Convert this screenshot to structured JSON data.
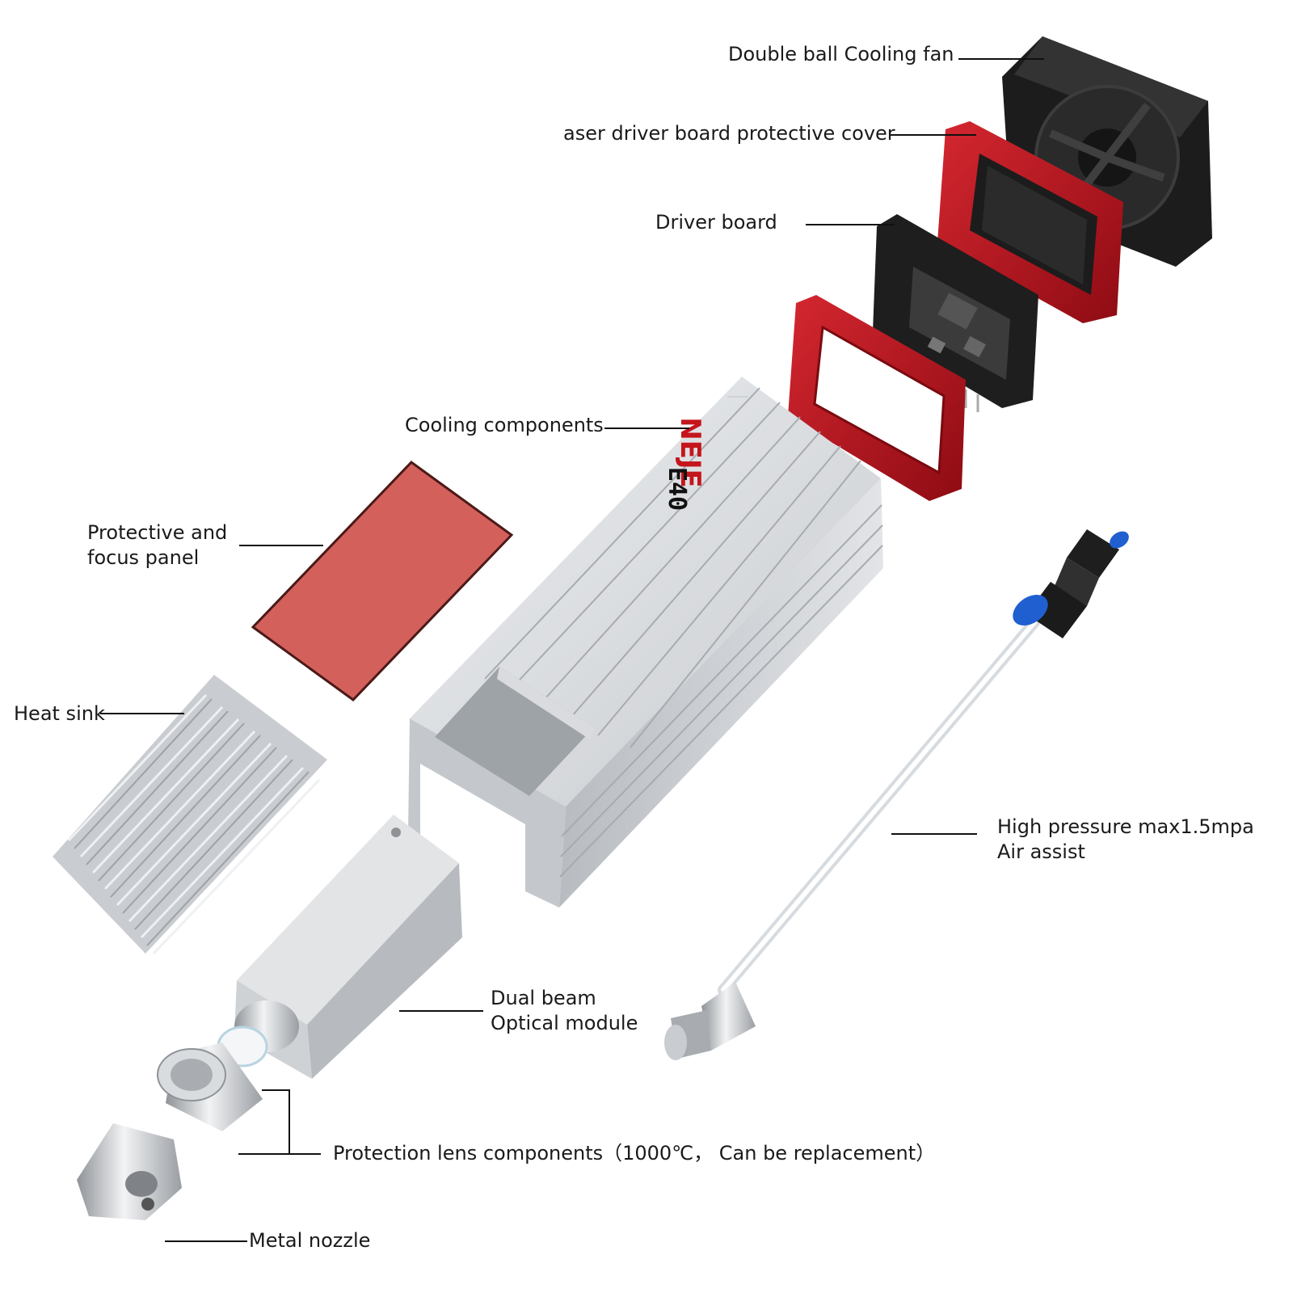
{
  "labels": {
    "cooling_fan": "Double ball Cooling fan",
    "driver_cover": "aser driver board protective cover",
    "driver_board": "Driver board",
    "cooling_components": "Cooling components",
    "focus_panel_line1": "Protective and",
    "focus_panel_line2": "focus panel",
    "heat_sink": "Heat sink",
    "air_assist_line1": "High pressure max1.5mpa",
    "air_assist_line2": "Air assist",
    "optical_line1": "Dual beam",
    "optical_line2": "Optical module",
    "lens": "Protection lens components（1000℃， Can be replacement）",
    "nozzle": "Metal  nozzle"
  },
  "brand": {
    "logo_text": "NEJE",
    "model_text": "E40"
  },
  "colors": {
    "aluminum": "#d2d4d7",
    "aluminum_dark": "#9da1a6",
    "frame_red": "#b3121c",
    "panel_red": "#d4605c",
    "fan_black": "#1c1c1c",
    "fitting_blue": "#1f5fd0",
    "leader_line": "#111111"
  }
}
